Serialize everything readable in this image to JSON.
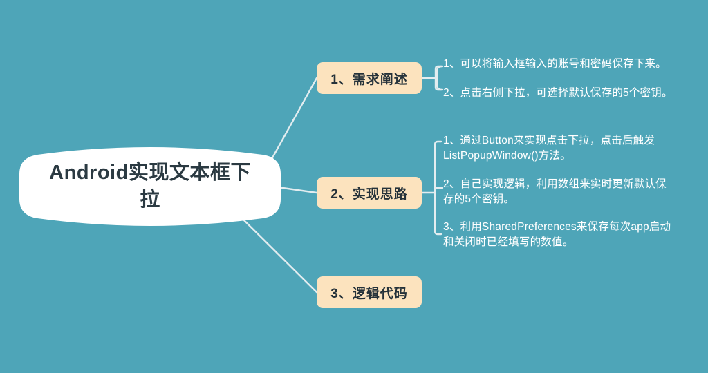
{
  "diagram": {
    "type": "mind-map",
    "background_color": "#4ea5b8",
    "central_node_color": "#ffffff",
    "branch_node_color": "#fce3be",
    "connector_color": "#dfeaee",
    "detail_text_color": "#ffffff",
    "central": {
      "label": "Android实现文本框下拉"
    },
    "branches": [
      {
        "label": "1、需求阐述",
        "details": [
          "1、可以将输入框输入的账号和密码保存下来。",
          "2、点击右侧下拉，可选择默认保存的5个密钥。"
        ]
      },
      {
        "label": "2、实现思路",
        "details": [
          "1、通过Button来实现点击下拉，点击后触发ListPopupWindow()方法。",
          "2、自己实现逻辑，利用数组来实时更新默认保存的5个密钥。",
          "3、利用SharedPreferences来保存每次app启动和关闭时已经填写的数值。"
        ]
      },
      {
        "label": "3、逻辑代码",
        "details": []
      }
    ]
  }
}
